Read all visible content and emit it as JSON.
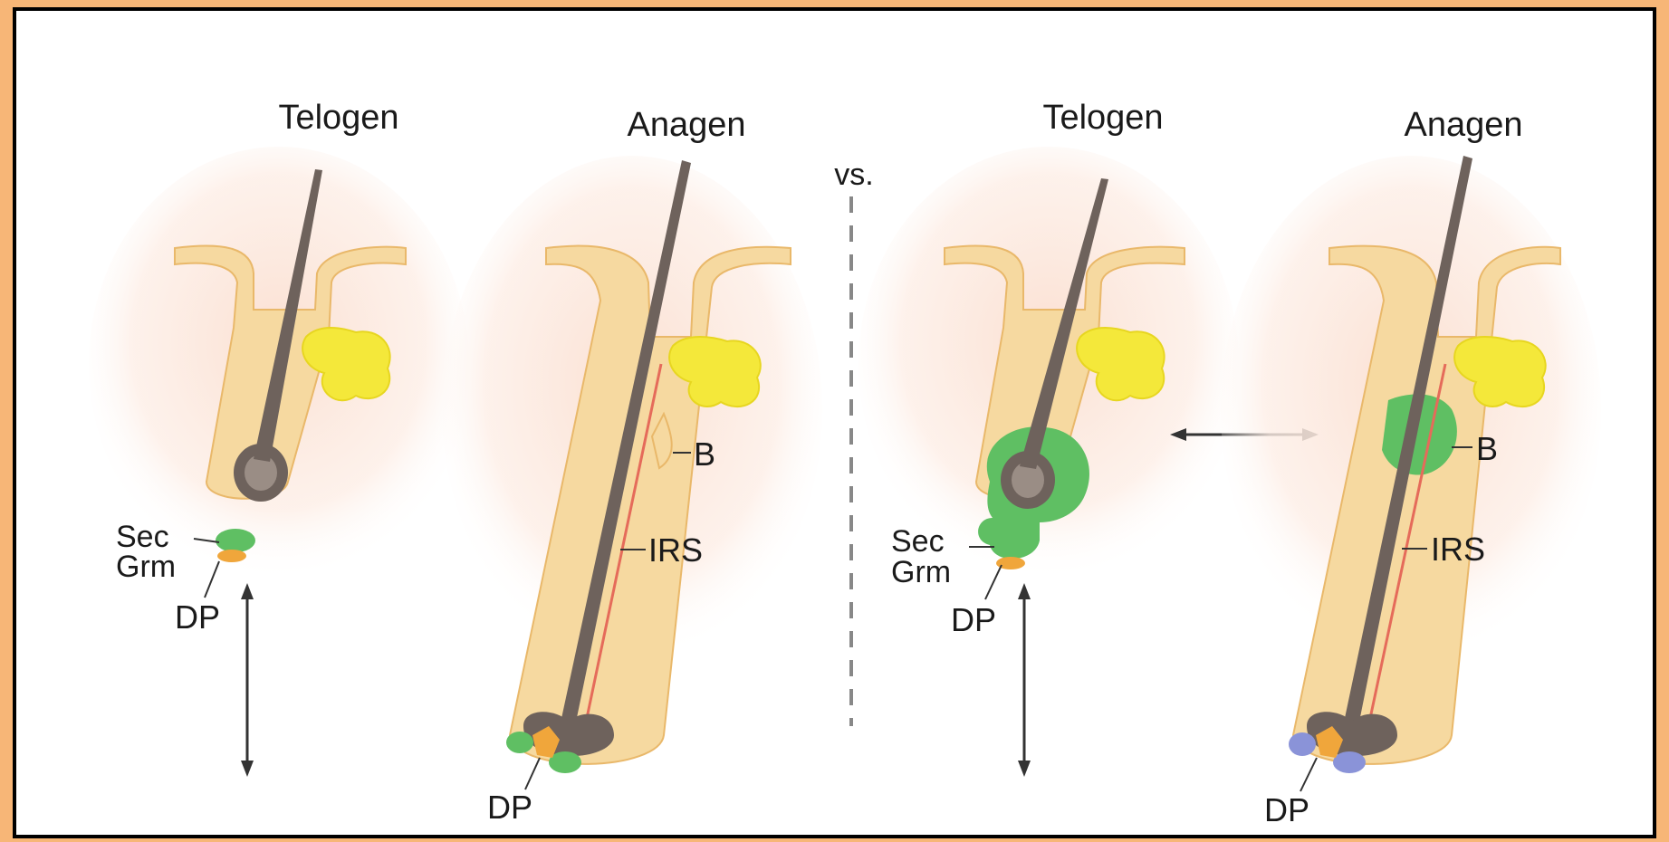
{
  "panels": [
    {
      "stage": "Telogen",
      "labels": {
        "sec": "Sec",
        "grm": "Grm",
        "dp": "DP"
      }
    },
    {
      "stage": "Anagen",
      "labels": {
        "bulge": "B",
        "irs": "IRS",
        "dp": "DP"
      }
    },
    {
      "stage": "Telogen",
      "labels": {
        "sec": "Sec",
        "grm": "Grm",
        "dp": "DP"
      }
    },
    {
      "stage": "Anagen",
      "labels": {
        "bulge": "B",
        "irs": "IRS",
        "dp": "DP"
      }
    }
  ],
  "separator": "vs.",
  "colors": {
    "border": "#f7b677",
    "follicle": "#f6d9a0",
    "follicle_outline": "#e9b86a",
    "hair_shaft": "#6e625c",
    "sebaceous_gland": "#f4e83a",
    "stem_cells": "#5fbf63",
    "dermal_papilla": "#f0a63b",
    "irs_line": "#e56b5a",
    "matrix_blue": "#8a93d8",
    "dermis_tint": "#fbe3d6"
  }
}
